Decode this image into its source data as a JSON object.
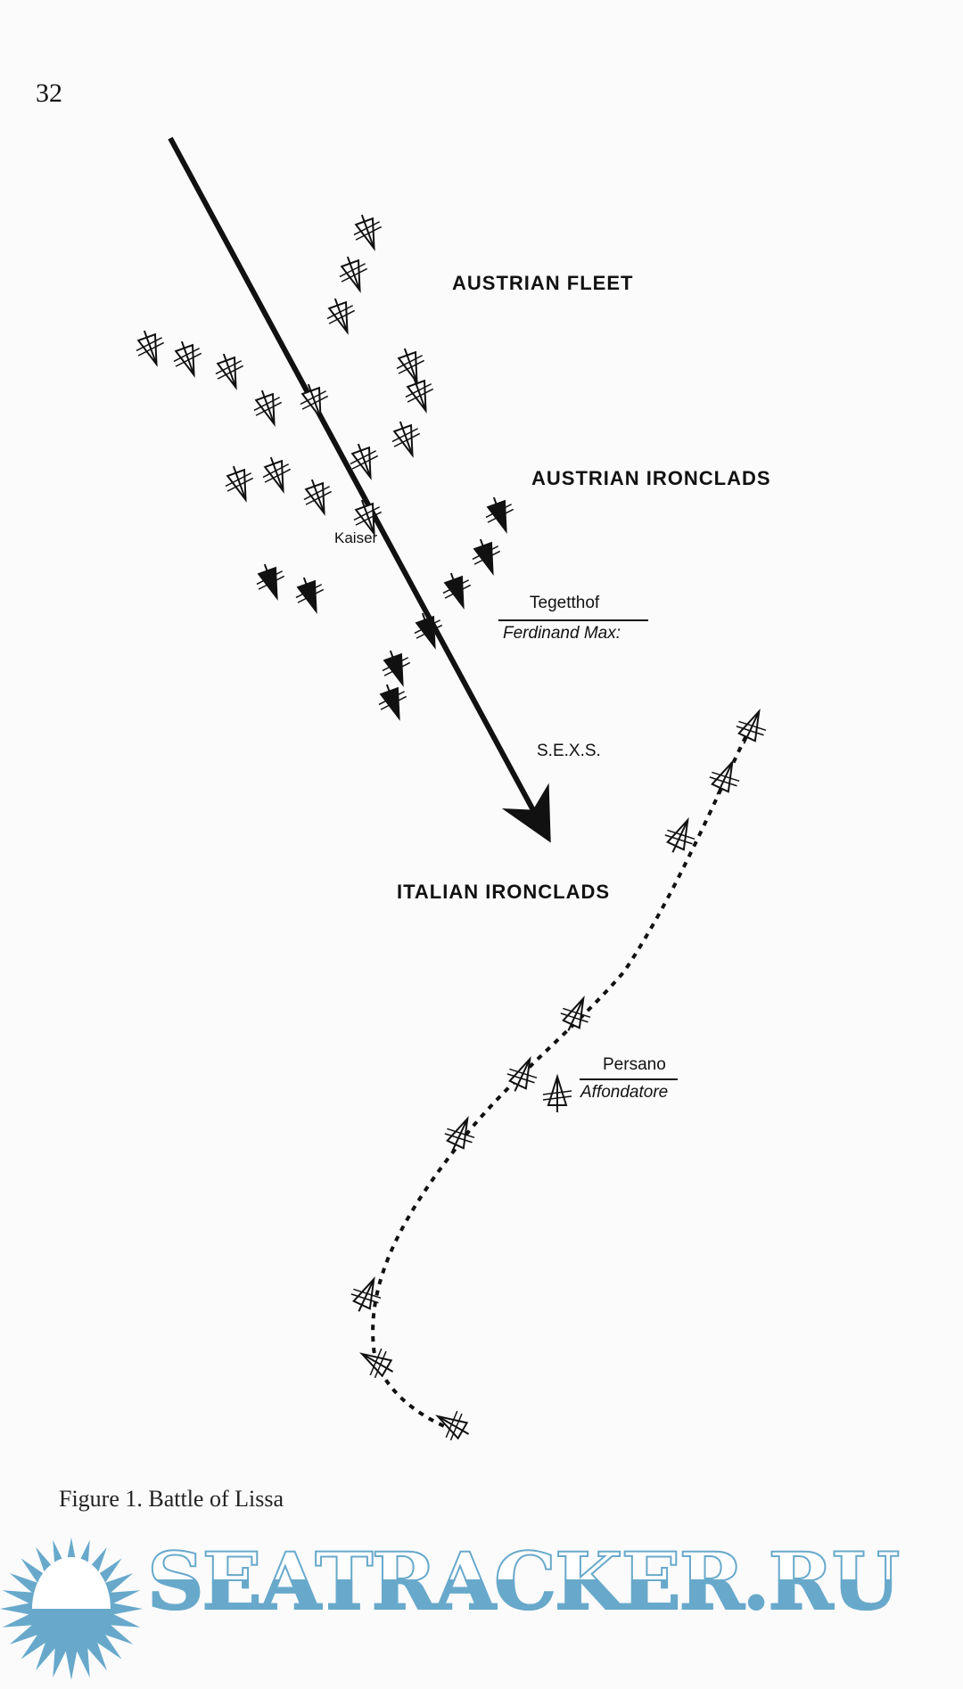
{
  "page_number": "32",
  "labels": {
    "austrian_fleet": "AUSTRIAN FLEET",
    "austrian_ironclads": "AUSTRIAN IRONCLADS",
    "kaiser": "Kaiser",
    "tegetthof": "Tegetthof",
    "ferdinand_max": "Ferdinand Max:",
    "sexs": "S.E.X.S.",
    "italian_ironclads": "ITALIAN IRONCLADS",
    "persano": "Persano",
    "affondatore": "Affondatore"
  },
  "caption": "Figure 1. Battle of Lissa",
  "watermark": "SEATRACKER.RU",
  "colors": {
    "ink": "#111111",
    "watermark": "#68a9cb",
    "paper": "#fbfbfc"
  }
}
